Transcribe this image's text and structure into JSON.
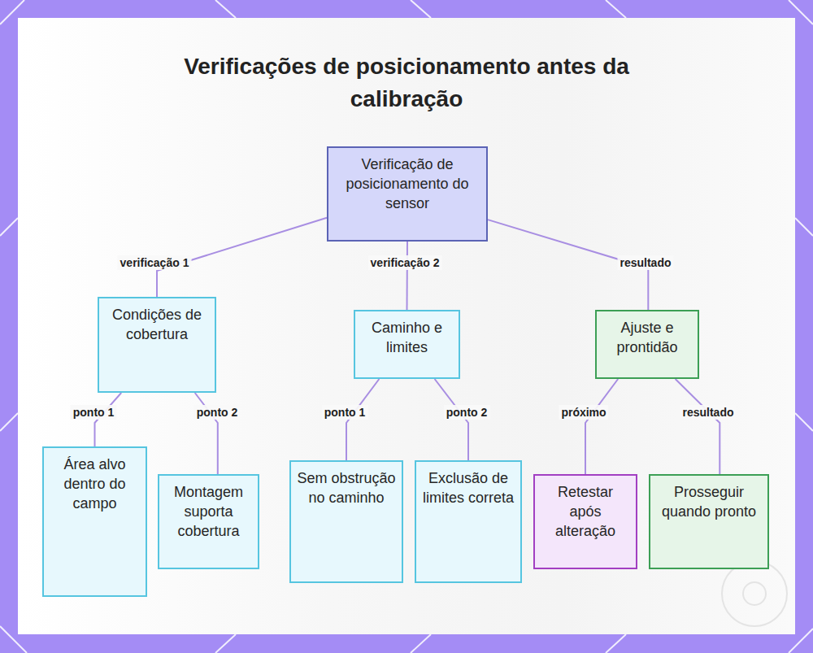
{
  "diagram": {
    "title": "Verificações de posicionamento antes da calibração",
    "nodes": [
      {
        "text": [
          "Verificação de posicionamento do sensor"
        ]
      },
      {
        "text": [
          "Condições de cobertura"
        ]
      },
      {
        "text": [
          "Caminho e limites"
        ]
      },
      {
        "text": [
          "Ajuste e prontidão"
        ]
      },
      {
        "text": [
          "Área alvo dentro do campo"
        ]
      },
      {
        "text": [
          "Montagem suporta cobertura"
        ]
      },
      {
        "text": [
          "Sem obstrução no caminho"
        ]
      },
      {
        "text": [
          "Exclusão de limites correta"
        ]
      },
      {
        "text": [
          "Retestar após alteração"
        ]
      },
      {
        "text": [
          "Prosseguir quando pronto"
        ]
      }
    ],
    "edges": [
      {
        "from": 0,
        "to": 1,
        "label": "verificação 1",
        "arrow": "none"
      },
      {
        "from": 0,
        "to": 2,
        "label": "verificação 2",
        "arrow": "none"
      },
      {
        "from": 0,
        "to": 3,
        "label": "resultado",
        "arrow": "none"
      },
      {
        "from": 1,
        "to": 4,
        "label": "ponto 1",
        "arrow": "none"
      },
      {
        "from": 1,
        "to": 5,
        "label": "ponto 2",
        "arrow": "none"
      },
      {
        "from": 2,
        "to": 6,
        "label": "ponto 1",
        "arrow": "none"
      },
      {
        "from": 2,
        "to": 7,
        "label": "ponto 2",
        "arrow": "none"
      },
      {
        "from": 3,
        "to": 8,
        "label": "próximo",
        "arrow": "none"
      },
      {
        "from": 3,
        "to": 9,
        "label": "resultado",
        "arrow": "none"
      }
    ]
  }
}
